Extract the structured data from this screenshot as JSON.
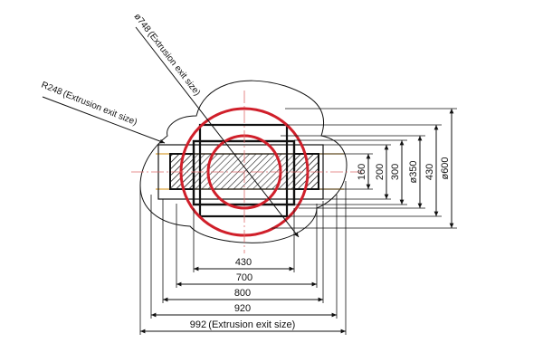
{
  "labels": {
    "r248": "R248 (Extrusion exit size)",
    "d748": "ø748 (Extrusion exit size)"
  },
  "horizontal_dimensions": {
    "d430": "430",
    "d700": "700",
    "d800": "800",
    "d920": "920",
    "d992": "992 (Extrusion exit size)"
  },
  "vertical_dimensions": {
    "d160": "160",
    "d200": "200",
    "d300": "300",
    "d350": "ø350",
    "d430v": "430",
    "d600": "ø600"
  },
  "colors": {
    "outline": "#111111",
    "red": "#d01f2a",
    "gold": "#d9a23a",
    "center_line": "#e06c6c"
  }
}
